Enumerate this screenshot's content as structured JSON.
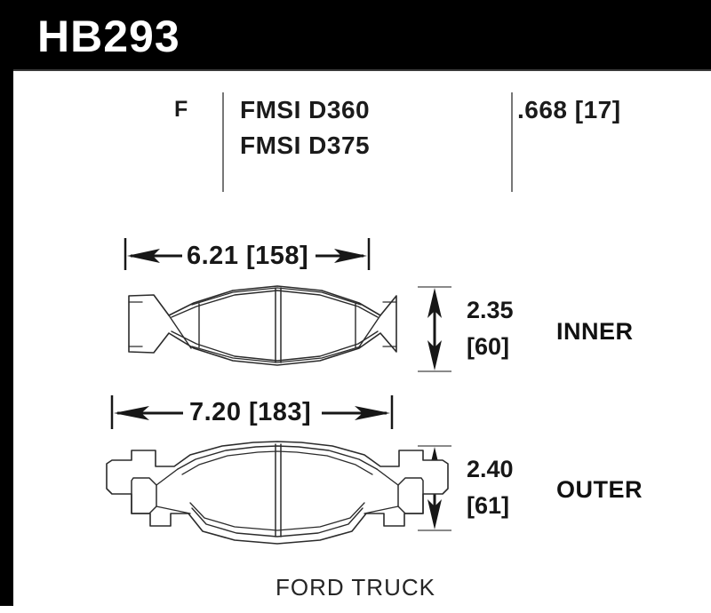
{
  "header": {
    "part_number": "HB293"
  },
  "spec_row": {
    "grade": "F",
    "fmsi_codes": [
      "FMSI D360",
      "FMSI D375"
    ],
    "thickness": ".668 [17]"
  },
  "pads": [
    {
      "position_label": "INNER",
      "width_dimension": "6.21 [158]",
      "height_dimension_inches": "2.35",
      "height_dimension_mm": "[60]"
    },
    {
      "position_label": "OUTER",
      "width_dimension": "7.20 [183]",
      "height_dimension_inches": "2.40",
      "height_dimension_mm": "[61]"
    }
  ],
  "caption": "FORD TRUCK",
  "colors": {
    "header_background": "#000000",
    "header_text": "#ffffff",
    "body_background": "#ffffff",
    "line": "#1b1b1b",
    "divider": "#777777",
    "border": "#000000"
  }
}
